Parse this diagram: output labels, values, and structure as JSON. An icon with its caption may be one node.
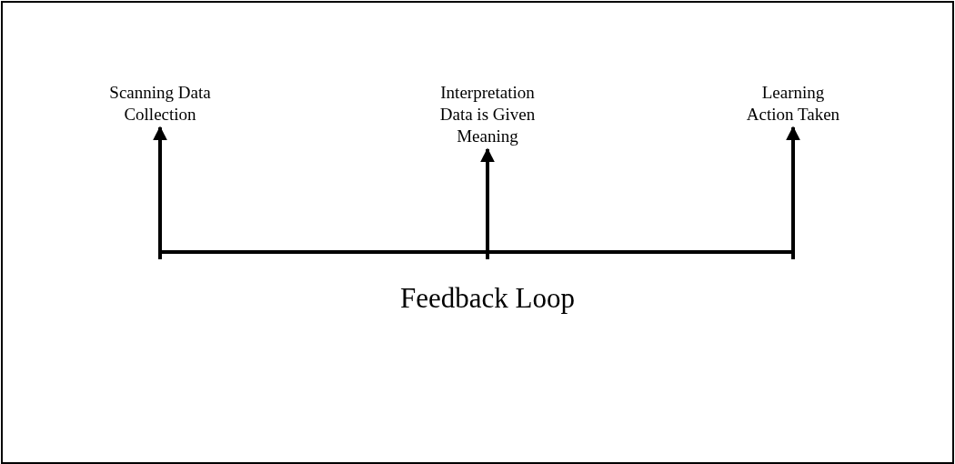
{
  "diagram": {
    "nodes": [
      {
        "text": [
          "Scanning Data Collection"
        ]
      },
      {
        "text": [
          "Interpretation Data is Given Meaning"
        ]
      },
      {
        "text": [
          "Learning Action Taken"
        ]
      },
      {
        "text": [],
        "shape": "bar"
      }
    ],
    "edges": [
      {
        "from": 3,
        "to": 0,
        "arrow": "to"
      },
      {
        "from": 3,
        "to": 1,
        "arrow": "to"
      },
      {
        "from": 3,
        "to": 2,
        "arrow": "to"
      }
    ],
    "labels": [
      "Feedback Loop"
    ]
  }
}
